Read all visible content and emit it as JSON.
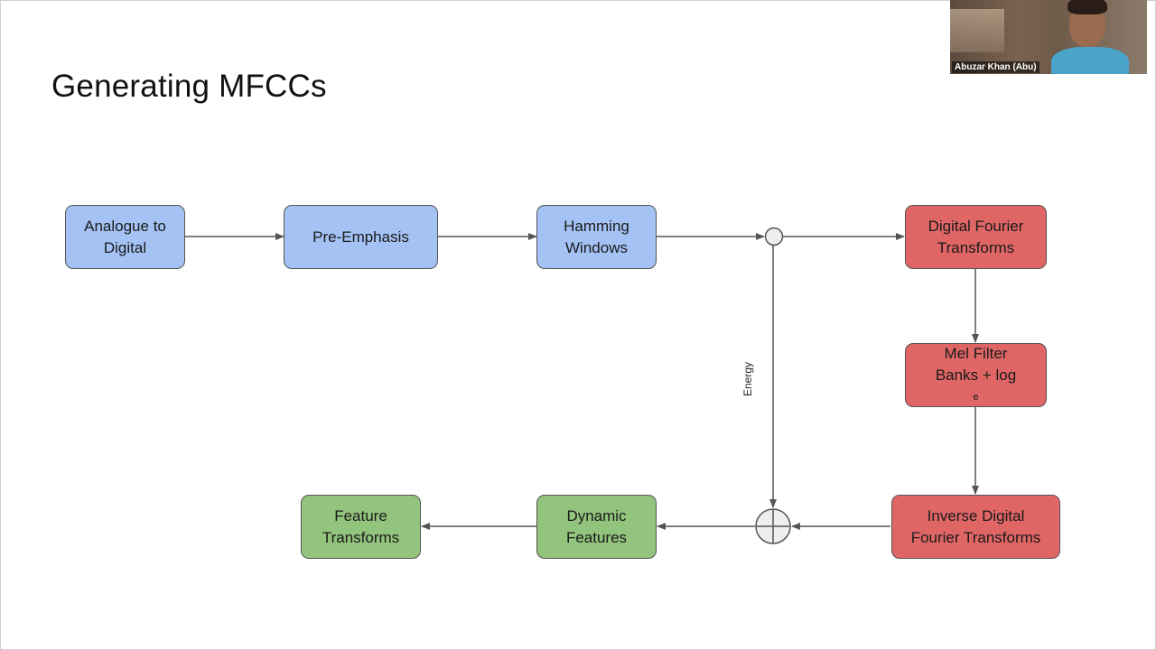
{
  "slide": {
    "title": "Generating MFCCs"
  },
  "nodes": {
    "analogue_to_digital": [
      "Analogue to",
      "Digital"
    ],
    "pre_emphasis": [
      "Pre-Emphasis"
    ],
    "hamming_windows": [
      "Hamming",
      "Windows"
    ],
    "digital_fourier_transforms": [
      "Digital Fourier",
      "Transforms"
    ],
    "mel_filter_banks": [
      "Mel Filter",
      "Banks + log",
      "e"
    ],
    "inverse_digital_fourier_transforms": [
      "Inverse Digital",
      "Fourier Transforms"
    ],
    "dynamic_features": [
      "Dynamic",
      "Features"
    ],
    "feature_transforms": [
      "Feature",
      "Transforms"
    ]
  },
  "edges": {
    "energy_label": "Energy"
  },
  "colors": {
    "preprocessing": "#a4c2f4",
    "spectral": "#e06666",
    "features": "#93c47d"
  },
  "video": {
    "participant_name": "Abuzar Khan (Abu)"
  }
}
